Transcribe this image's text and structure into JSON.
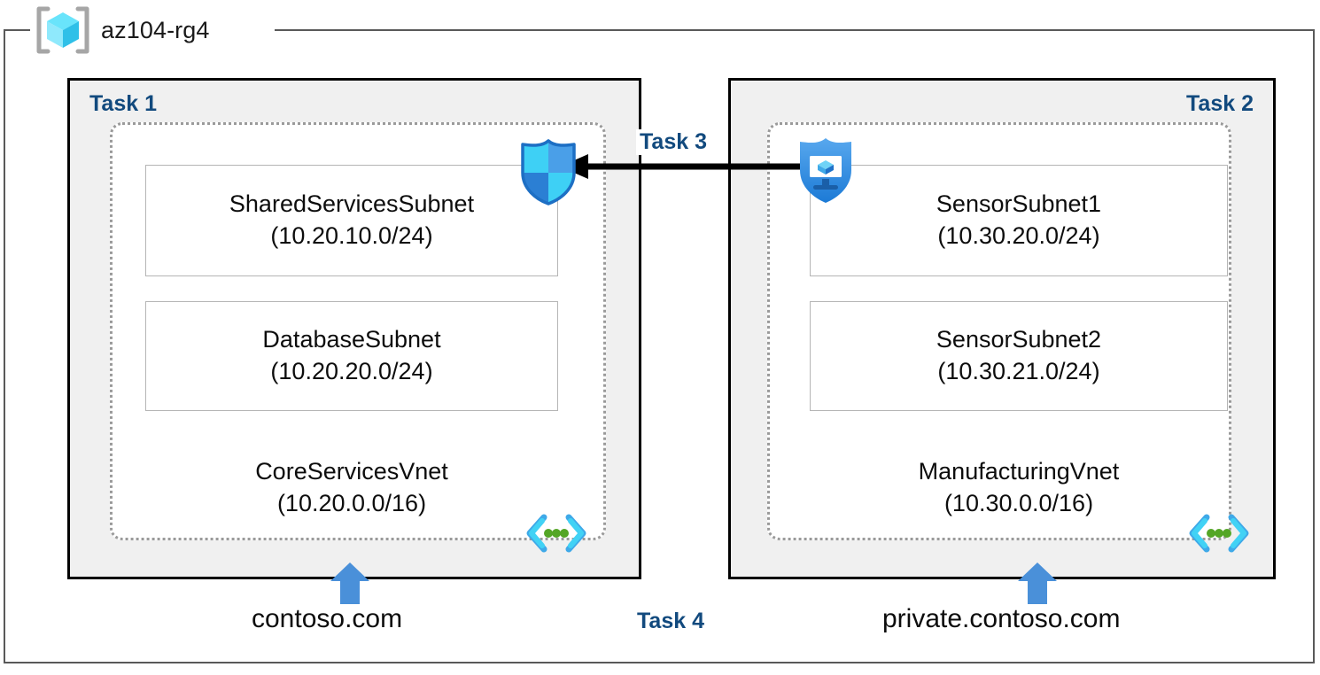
{
  "resource_group": {
    "name": "az104-rg4",
    "icon": "resource-group-cube-icon"
  },
  "panels": [
    {
      "task_label": "Task 1",
      "vnet": {
        "name": "CoreServicesVnet",
        "cidr": "(10.20.0.0/16)"
      },
      "subnets": [
        {
          "name": "SharedServicesSubnet",
          "cidr": "(10.20.10.0/24)"
        },
        {
          "name": "DatabaseSubnet",
          "cidr": "(10.20.20.0/24)"
        }
      ],
      "dns_zone": "contoso.com",
      "service_endpoint_icon": "service-endpoint-icon"
    },
    {
      "task_label": "Task 2",
      "vnet": {
        "name": "ManufacturingVnet",
        "cidr": "(10.30.0.0/16)"
      },
      "subnets": [
        {
          "name": "SensorSubnet1",
          "cidr": "(10.30.20.0/24)"
        },
        {
          "name": "SensorSubnet2",
          "cidr": "(10.30.21.0/24)"
        }
      ],
      "dns_zone": "private.contoso.com",
      "service_endpoint_icon": "service-endpoint-icon"
    }
  ],
  "connections": {
    "peering_label": "Task 3",
    "peering_direction": "right-to-left",
    "dns_label": "Task 4"
  },
  "icons": {
    "firewall_shield": "security-shield-icon",
    "private_endpoint_shield": "private-endpoint-shield-icon"
  },
  "colors": {
    "task_label": "#124a7e",
    "panel_fill": "#f0f0f0",
    "panel_border": "#000000",
    "vnet_border": "#9a9a9a",
    "rg_border": "#595959",
    "dns_arrow": "#4a90d9",
    "shield_cyan": "#3ed0f5",
    "shield_blue": "#2b88d8",
    "endpoint_green": "#54a626"
  }
}
